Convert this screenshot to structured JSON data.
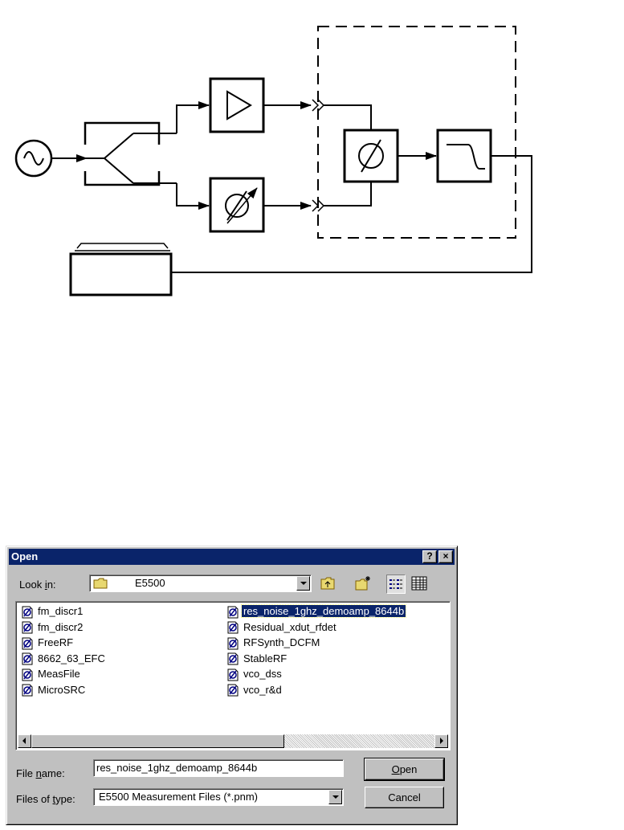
{
  "dialog": {
    "title": "Open",
    "help_button": "?",
    "close_button": "×",
    "look_in": {
      "label_pre": "Look ",
      "label_u": "i",
      "label_post": "n:",
      "value": "E5500"
    },
    "files_left": [
      {
        "name": "fm_discr1"
      },
      {
        "name": "fm_discr2"
      },
      {
        "name": "FreeRF"
      },
      {
        "name": "8662_63_EFC"
      },
      {
        "name": "MeasFile"
      },
      {
        "name": "MicroSRC"
      }
    ],
    "files_right": [
      {
        "name": "res_noise_1ghz_demoamp_8644b"
      },
      {
        "name": "Residual_xdut_rfdet"
      },
      {
        "name": "RFSynth_DCFM"
      },
      {
        "name": "StableRF"
      },
      {
        "name": "vco_dss"
      },
      {
        "name": "vco_r&d"
      }
    ],
    "selected_file": "res_noise_1ghz_demoamp_8644b",
    "file_name": {
      "label_pre": "File ",
      "label_u": "n",
      "label_post": "ame:",
      "value": "res_noise_1ghz_demoamp_8644b"
    },
    "file_type": {
      "label_pre": "Files of ",
      "label_u": "t",
      "label_post": "ype:",
      "value": "E5500 Measurement Files (*.pnm)"
    },
    "open_button": {
      "u": "O",
      "rest": "pen"
    },
    "cancel_button": "Cancel"
  },
  "colors": {
    "titlebar": "#0a246a",
    "face": "#c0c0c0",
    "selection": "#0a246a"
  }
}
